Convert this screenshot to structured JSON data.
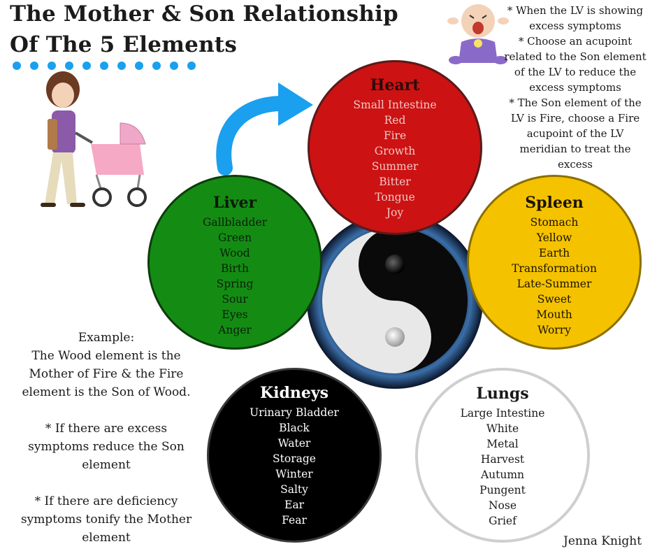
{
  "title": {
    "line1": "The Mother & Son Relationship",
    "line2": "Of The 5 Elements"
  },
  "top_note": "* When the LV is showing\nexcess symptoms\n* Choose an acupoint\nrelated to the Son element\nof the LV to reduce the\nexcess symptoms\n* The Son element of the\nLV is Fire, choose a Fire\nacupoint of the LV\nmeridian to treat the\nexcess",
  "example_note": "Example:\nThe Wood element is the\nMother of Fire & the Fire\nelement is the Son of Wood.\n\n* If there are excess\nsymptoms reduce the Son\nelement\n\n* If there are deficiency\nsymptoms tonify the Mother\nelement",
  "author": "Jenna Knight",
  "elements": {
    "heart": {
      "name": "Heart",
      "items": [
        "Small Intestine",
        "Red",
        "Fire",
        "Growth",
        "Summer",
        "Bitter",
        "Tongue",
        "Joy"
      ]
    },
    "liver": {
      "name": "Liver",
      "items": [
        "Gallbladder",
        "Green",
        "Wood",
        "Birth",
        "Spring",
        "Sour",
        "Eyes",
        "Anger"
      ]
    },
    "spleen": {
      "name": "Spleen",
      "items": [
        "Stomach",
        "Yellow",
        "Earth",
        "Transformation",
        "Late-Summer",
        "Sweet",
        "Mouth",
        "Worry"
      ]
    },
    "kidney": {
      "name": "Kidneys",
      "items": [
        "Urinary Bladder",
        "Black",
        "Water",
        "Storage",
        "Winter",
        "Salty",
        "Ear",
        "Fear"
      ]
    },
    "lungs": {
      "name": "Lungs",
      "items": [
        "Large Intestine",
        "White",
        "Metal",
        "Harvest",
        "Autumn",
        "Pungent",
        "Nose",
        "Grief"
      ]
    }
  },
  "colors": {
    "accent_blue": "#1aa0ee",
    "heart": "#cc1212",
    "liver": "#148c14",
    "spleen": "#f5c200",
    "kidney": "#000000",
    "lungs": "#ffffff"
  },
  "icons": [
    "mother-with-stroller-illustration",
    "crying-baby-illustration",
    "yin-yang-icon",
    "curved-arrow-icon"
  ]
}
